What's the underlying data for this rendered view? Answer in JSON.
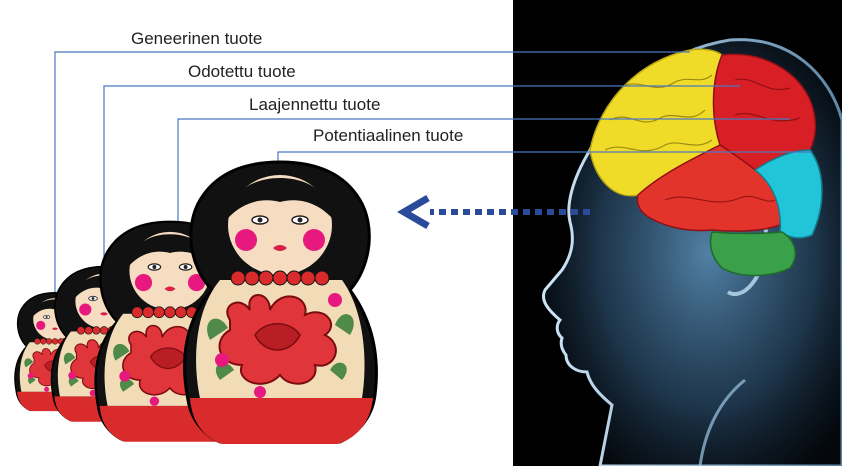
{
  "labels": [
    "Geneerinen tuote",
    "Odotettu tuote",
    "Laajennettu tuote",
    "Potentiaalinen tuote"
  ],
  "colors": {
    "connector": "#4a78c0",
    "arrow": "#2a4a9a",
    "head_panel": "#000000",
    "brain_yellow": "#f0dc28",
    "brain_red": "#d81f26",
    "brain_cyan": "#22c4d8",
    "brain_green": "#3aa04a",
    "doll_red": "#d92b2b",
    "doll_face": "#f6dcc0",
    "doll_cheek": "#e8197e"
  },
  "icons": [
    "matryoshka-doll",
    "human-head-brain",
    "dotted-arrow-left"
  ]
}
